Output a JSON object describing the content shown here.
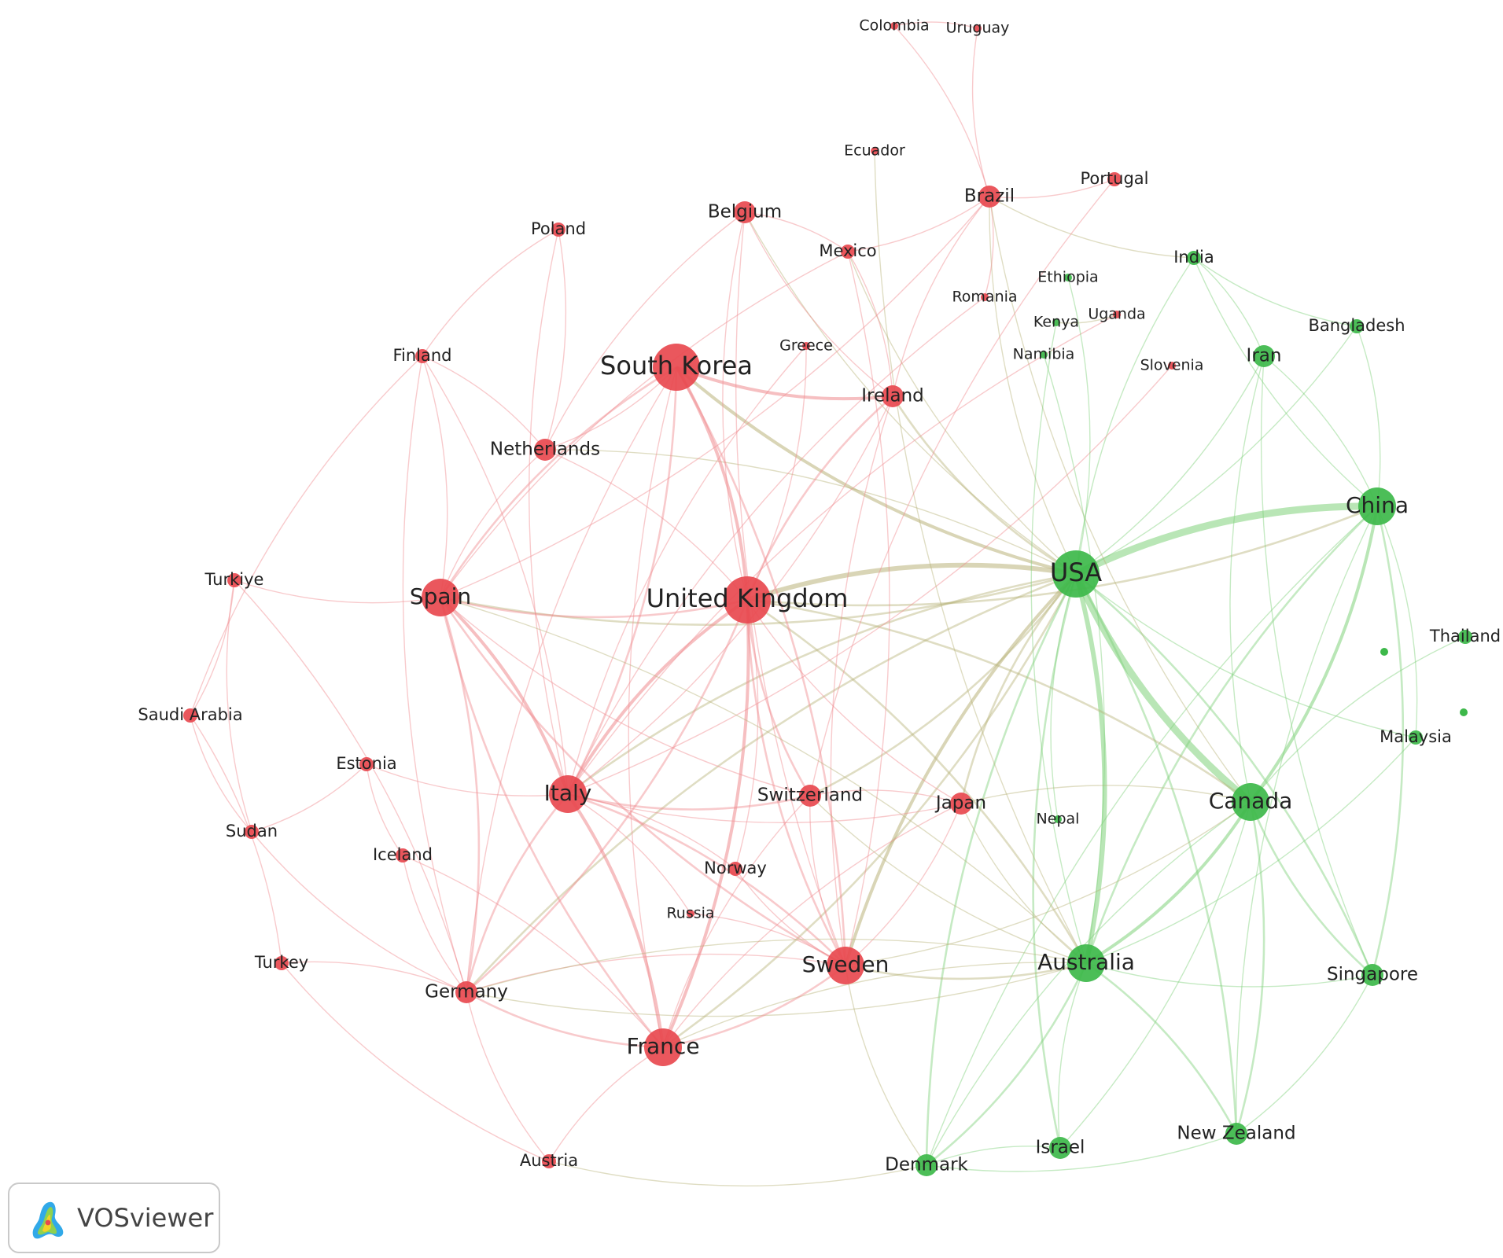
{
  "map": {
    "clusters": {
      "red": {
        "color": "#e8494f",
        "edge_color": "#ef8a8e"
      },
      "green": {
        "color": "#3db84a",
        "edge_color": "#7fd17a"
      }
    },
    "nodes": [
      {
        "label": "USA",
        "cluster": "green",
        "size": "xl"
      },
      {
        "label": "China",
        "cluster": "green",
        "size": "l"
      },
      {
        "label": "Canada",
        "cluster": "green",
        "size": "l"
      },
      {
        "label": "Australia",
        "cluster": "green",
        "size": "l"
      },
      {
        "label": "Singapore",
        "cluster": "green",
        "size": "m"
      },
      {
        "label": "New Zealand",
        "cluster": "green",
        "size": "m"
      },
      {
        "label": "Israel",
        "cluster": "green",
        "size": "m"
      },
      {
        "label": "Denmark",
        "cluster": "green",
        "size": "m"
      },
      {
        "label": "Iran",
        "cluster": "green",
        "size": "m"
      },
      {
        "label": "Bangladesh",
        "cluster": "green",
        "size": "s"
      },
      {
        "label": "India",
        "cluster": "green",
        "size": "s"
      },
      {
        "label": "Thailand",
        "cluster": "green",
        "size": "s"
      },
      {
        "label": "Malaysia",
        "cluster": "green",
        "size": "s"
      },
      {
        "label": "Nepal",
        "cluster": "green",
        "size": "xs"
      },
      {
        "label": "Ethiopia",
        "cluster": "green",
        "size": "xs"
      },
      {
        "label": "Kenya",
        "cluster": "green",
        "size": "xs"
      },
      {
        "label": "Namibia",
        "cluster": "green",
        "size": "xs"
      },
      {
        "label": "United Kingdom",
        "cluster": "red",
        "size": "xl"
      },
      {
        "label": "South Korea",
        "cluster": "red",
        "size": "xl"
      },
      {
        "label": "Spain",
        "cluster": "red",
        "size": "l"
      },
      {
        "label": "Italy",
        "cluster": "red",
        "size": "l"
      },
      {
        "label": "France",
        "cluster": "red",
        "size": "l"
      },
      {
        "label": "Sweden",
        "cluster": "red",
        "size": "l"
      },
      {
        "label": "Germany",
        "cluster": "red",
        "size": "m"
      },
      {
        "label": "Switzerland",
        "cluster": "red",
        "size": "m"
      },
      {
        "label": "Japan",
        "cluster": "red",
        "size": "m"
      },
      {
        "label": "Ireland",
        "cluster": "red",
        "size": "m"
      },
      {
        "label": "Netherlands",
        "cluster": "red",
        "size": "m"
      },
      {
        "label": "Belgium",
        "cluster": "red",
        "size": "m"
      },
      {
        "label": "Brazil",
        "cluster": "red",
        "size": "m"
      },
      {
        "label": "Mexico",
        "cluster": "red",
        "size": "s"
      },
      {
        "label": "Finland",
        "cluster": "red",
        "size": "s"
      },
      {
        "label": "Poland",
        "cluster": "red",
        "size": "s"
      },
      {
        "label": "Portugal",
        "cluster": "red",
        "size": "s"
      },
      {
        "label": "Turkiye",
        "cluster": "red",
        "size": "s"
      },
      {
        "label": "Saudi Arabia",
        "cluster": "red",
        "size": "s"
      },
      {
        "label": "Estonia",
        "cluster": "red",
        "size": "s"
      },
      {
        "label": "Sudan",
        "cluster": "red",
        "size": "s"
      },
      {
        "label": "Iceland",
        "cluster": "red",
        "size": "s"
      },
      {
        "label": "Turkey",
        "cluster": "red",
        "size": "s"
      },
      {
        "label": "Austria",
        "cluster": "red",
        "size": "s"
      },
      {
        "label": "Norway",
        "cluster": "red",
        "size": "s"
      },
      {
        "label": "Russia",
        "cluster": "red",
        "size": "xs"
      },
      {
        "label": "Greece",
        "cluster": "red",
        "size": "xs"
      },
      {
        "label": "Romania",
        "cluster": "red",
        "size": "xs"
      },
      {
        "label": "Uganda",
        "cluster": "red",
        "size": "xs"
      },
      {
        "label": "Slovenia",
        "cluster": "red",
        "size": "xs"
      },
      {
        "label": "Ecuador",
        "cluster": "red",
        "size": "xs"
      },
      {
        "label": "Colombia",
        "cluster": "red",
        "size": "xs"
      },
      {
        "label": "Uruguay",
        "cluster": "red",
        "size": "xs"
      }
    ],
    "links": [
      [
        "USA",
        "China",
        5
      ],
      [
        "USA",
        "Canada",
        5
      ],
      [
        "USA",
        "Australia",
        4
      ],
      [
        "USA",
        "United Kingdom",
        4
      ],
      [
        "USA",
        "South Korea",
        3
      ],
      [
        "USA",
        "Sweden",
        3
      ],
      [
        "USA",
        "Spain",
        2
      ],
      [
        "USA",
        "Italy",
        2
      ],
      [
        "USA",
        "France",
        2
      ],
      [
        "USA",
        "Germany",
        2
      ],
      [
        "USA",
        "Ireland",
        2
      ],
      [
        "USA",
        "Japan",
        2
      ],
      [
        "USA",
        "Switzerland",
        2
      ],
      [
        "USA",
        "Israel",
        2
      ],
      [
        "USA",
        "New Zealand",
        2
      ],
      [
        "USA",
        "Denmark",
        2
      ],
      [
        "USA",
        "Singapore",
        2
      ],
      [
        "USA",
        "Iran",
        1
      ],
      [
        "USA",
        "India",
        1
      ],
      [
        "USA",
        "Bangladesh",
        1
      ],
      [
        "USA",
        "Brazil",
        1
      ],
      [
        "USA",
        "Netherlands",
        1
      ],
      [
        "USA",
        "Mexico",
        1
      ],
      [
        "USA",
        "Nepal",
        1
      ],
      [
        "USA",
        "Belgium",
        1
      ],
      [
        "USA",
        "Malaysia",
        1
      ],
      [
        "China",
        "Canada",
        3
      ],
      [
        "China",
        "Australia",
        2
      ],
      [
        "China",
        "Singapore",
        2
      ],
      [
        "China",
        "Bangladesh",
        1
      ],
      [
        "China",
        "United Kingdom",
        2
      ],
      [
        "China",
        "Iran",
        1
      ],
      [
        "China",
        "India",
        1
      ],
      [
        "China",
        "New Zealand",
        1
      ],
      [
        "China",
        "Malaysia",
        1
      ],
      [
        "China",
        "Denmark",
        1
      ],
      [
        "Canada",
        "Australia",
        3
      ],
      [
        "Canada",
        "United Kingdom",
        2
      ],
      [
        "Canada",
        "New Zealand",
        2
      ],
      [
        "Canada",
        "Singapore",
        2
      ],
      [
        "Canada",
        "Israel",
        1
      ],
      [
        "Canada",
        "Denmark",
        1
      ],
      [
        "Canada",
        "Iran",
        1
      ],
      [
        "Canada",
        "Japan",
        1
      ],
      [
        "Canada",
        "Sweden",
        1
      ],
      [
        "Australia",
        "United Kingdom",
        2
      ],
      [
        "Australia",
        "New Zealand",
        2
      ],
      [
        "Australia",
        "Israel",
        1
      ],
      [
        "Australia",
        "Denmark",
        2
      ],
      [
        "Australia",
        "Singapore",
        1
      ],
      [
        "Australia",
        "Sweden",
        2
      ],
      [
        "Australia",
        "France",
        1
      ],
      [
        "Australia",
        "Germany",
        1
      ],
      [
        "United Kingdom",
        "South Korea",
        3
      ],
      [
        "United Kingdom",
        "Spain",
        2
      ],
      [
        "United Kingdom",
        "Italy",
        3
      ],
      [
        "United Kingdom",
        "France",
        3
      ],
      [
        "United Kingdom",
        "Sweden",
        2
      ],
      [
        "United Kingdom",
        "Germany",
        2
      ],
      [
        "United Kingdom",
        "Switzerland",
        2
      ],
      [
        "United Kingdom",
        "Ireland",
        2
      ],
      [
        "United Kingdom",
        "Netherlands",
        1
      ],
      [
        "United Kingdom",
        "Belgium",
        1
      ],
      [
        "United Kingdom",
        "Japan",
        1
      ],
      [
        "United Kingdom",
        "Norway",
        1
      ],
      [
        "South Korea",
        "Spain",
        2
      ],
      [
        "South Korea",
        "Italy",
        2
      ],
      [
        "South Korea",
        "Ireland",
        3
      ],
      [
        "South Korea",
        "Sweden",
        2
      ],
      [
        "South Korea",
        "France",
        1
      ],
      [
        "South Korea",
        "Netherlands",
        1
      ],
      [
        "South Korea",
        "Germany",
        1
      ],
      [
        "Spain",
        "Italy",
        3
      ],
      [
        "Spain",
        "France",
        2
      ],
      [
        "Spain",
        "Germany",
        2
      ],
      [
        "Spain",
        "Sweden",
        2
      ],
      [
        "Spain",
        "Turkiye",
        1
      ],
      [
        "Spain",
        "Finland",
        1
      ],
      [
        "Spain",
        "Netherlands",
        1
      ],
      [
        "Spain",
        "Switzerland",
        1
      ],
      [
        "Italy",
        "France",
        3
      ],
      [
        "Italy",
        "Germany",
        2
      ],
      [
        "Italy",
        "Sweden",
        2
      ],
      [
        "Italy",
        "Switzerland",
        2
      ],
      [
        "Italy",
        "Norway",
        1
      ],
      [
        "Italy",
        "Japan",
        1
      ],
      [
        "Italy",
        "Estonia",
        1
      ],
      [
        "Italy",
        "Finland",
        1
      ],
      [
        "France",
        "Germany",
        2
      ],
      [
        "France",
        "Sweden",
        2
      ],
      [
        "France",
        "Switzerland",
        1
      ],
      [
        "France",
        "Austria",
        1
      ],
      [
        "France",
        "Japan",
        1
      ],
      [
        "Sweden",
        "Germany",
        1
      ],
      [
        "Sweden",
        "Switzerland",
        1
      ],
      [
        "Sweden",
        "Japan",
        1
      ],
      [
        "Sweden",
        "Norway",
        1
      ],
      [
        "Sweden",
        "Denmark",
        1
      ],
      [
        "Ireland",
        "Belgium",
        1
      ],
      [
        "Ireland",
        "Mexico",
        1
      ],
      [
        "Ireland",
        "Brazil",
        1
      ],
      [
        "Ireland",
        "Sweden",
        1
      ],
      [
        "Ireland",
        "Italy",
        1
      ],
      [
        "Belgium",
        "Sweden",
        1
      ],
      [
        "Belgium",
        "Mexico",
        1
      ],
      [
        "Belgium",
        "Netherlands",
        1
      ],
      [
        "Brazil",
        "Mexico",
        1
      ],
      [
        "Brazil",
        "Portugal",
        1
      ],
      [
        "Brazil",
        "Uruguay",
        1
      ],
      [
        "Brazil",
        "Colombia",
        1
      ],
      [
        "Brazil",
        "Spain",
        1
      ],
      [
        "Brazil",
        "India",
        1
      ],
      [
        "Brazil",
        "Romania",
        1
      ],
      [
        "Brazil",
        "Canada",
        1
      ],
      [
        "Finland",
        "Netherlands",
        1
      ],
      [
        "Finland",
        "Germany",
        1
      ],
      [
        "Finland",
        "Poland",
        1
      ],
      [
        "Finland",
        "Saudi Arabia",
        1
      ],
      [
        "Poland",
        "Netherlands",
        1
      ],
      [
        "Poland",
        "Italy",
        1
      ],
      [
        "Turkiye",
        "Saudi Arabia",
        1
      ],
      [
        "Turkiye",
        "Sudan",
        1
      ],
      [
        "Turkiye",
        "Germany",
        1
      ],
      [
        "Saudi Arabia",
        "Sudan",
        1
      ],
      [
        "Saudi Arabia",
        "Turkey",
        1
      ],
      [
        "Estonia",
        "Iceland",
        1
      ],
      [
        "Estonia",
        "Sudan",
        1
      ],
      [
        "Sudan",
        "Germany",
        1
      ],
      [
        "Turkey",
        "Germany",
        1
      ],
      [
        "Turkey",
        "Austria",
        1
      ],
      [
        "Austria",
        "Germany",
        1
      ],
      [
        "Iceland",
        "Germany",
        1
      ],
      [
        "Iceland",
        "France",
        1
      ],
      [
        "Russia",
        "Italy",
        1
      ],
      [
        "Russia",
        "Sweden",
        1
      ],
      [
        "Greece",
        "Italy",
        1
      ],
      [
        "Greece",
        "United Kingdom",
        1
      ],
      [
        "Romania",
        "Italy",
        1
      ],
      [
        "Uganda",
        "Kenya",
        1
      ],
      [
        "Uganda",
        "Italy",
        1
      ],
      [
        "Slovenia",
        "Italy",
        1
      ],
      [
        "Ecuador",
        "Australia",
        1
      ],
      [
        "Colombia",
        "Uruguay",
        1
      ],
      [
        "Portugal",
        "Switzerland",
        1
      ],
      [
        "Mexico",
        "Sweden",
        1
      ],
      [
        "Mexico",
        "Spain",
        1
      ],
      [
        "Ethiopia",
        "USA",
        1
      ],
      [
        "Kenya",
        "Australia",
        1
      ],
      [
        "Namibia",
        "Australia",
        1
      ],
      [
        "India",
        "Bangladesh",
        1
      ],
      [
        "India",
        "Iran",
        1
      ],
      [
        "Iran",
        "Singapore",
        1
      ],
      [
        "Singapore",
        "New Zealand",
        1
      ],
      [
        "Israel",
        "Denmark",
        1
      ],
      [
        "New Zealand",
        "Denmark",
        1
      ],
      [
        "Thailand",
        "Canada",
        1
      ],
      [
        "Malaysia",
        "Australia",
        1
      ],
      [
        "Japan",
        "Australia",
        1
      ],
      [
        "Switzerland",
        "Japan",
        1
      ],
      [
        "Switzerland",
        "Australia",
        1
      ],
      [
        "Germany",
        "Australia",
        1
      ],
      [
        "Austria",
        "Denmark",
        1
      ],
      [
        "Spain",
        "Australia",
        1
      ]
    ],
    "unlabeled_nodes": [
      {
        "cluster": "green",
        "size": "xs",
        "near": "Thailand"
      },
      {
        "cluster": "green",
        "size": "xs",
        "near": "Malaysia"
      }
    ]
  },
  "branding": {
    "name": "VOSviewer"
  }
}
